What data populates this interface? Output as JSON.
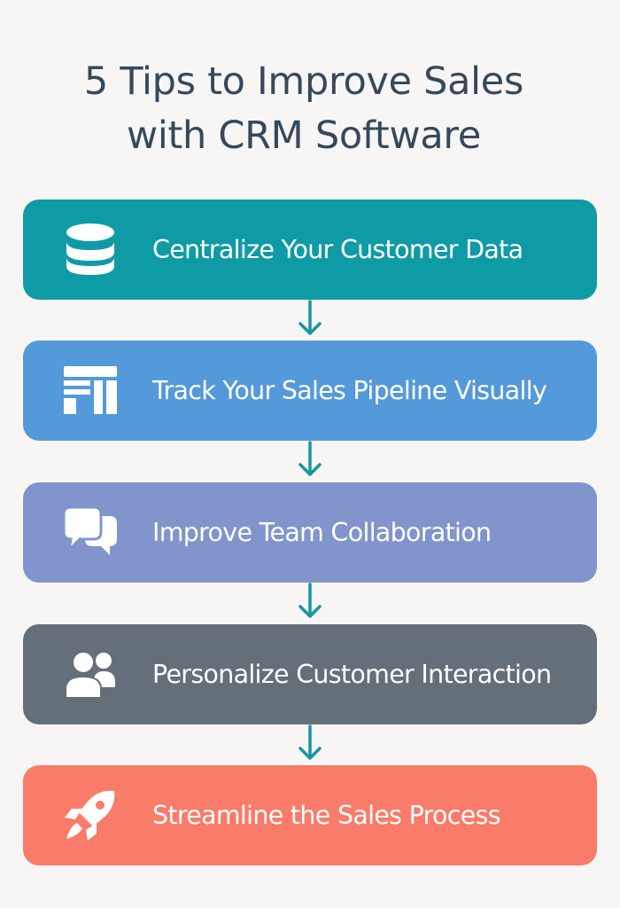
{
  "title": {
    "line1": "5 Tips to Improve Sales",
    "line2": "with CRM Software"
  },
  "steps": [
    {
      "label": "Centralize Your Customer Data",
      "icon": "database-icon",
      "color": "#0f9ba5"
    },
    {
      "label": "Track Your Sales Pipeline Visually",
      "icon": "pipeline-board-icon",
      "color": "#5499da"
    },
    {
      "label": "Improve Team Collaboration",
      "icon": "chat-bubbles-icon",
      "color": "#8195cc"
    },
    {
      "label": "Personalize Customer Interaction",
      "icon": "users-icon",
      "color": "#656f7a"
    },
    {
      "label": "Streamline the Sales Process",
      "icon": "rocket-icon",
      "color": "#f97b69"
    }
  ],
  "arrow_color": "#17979e"
}
